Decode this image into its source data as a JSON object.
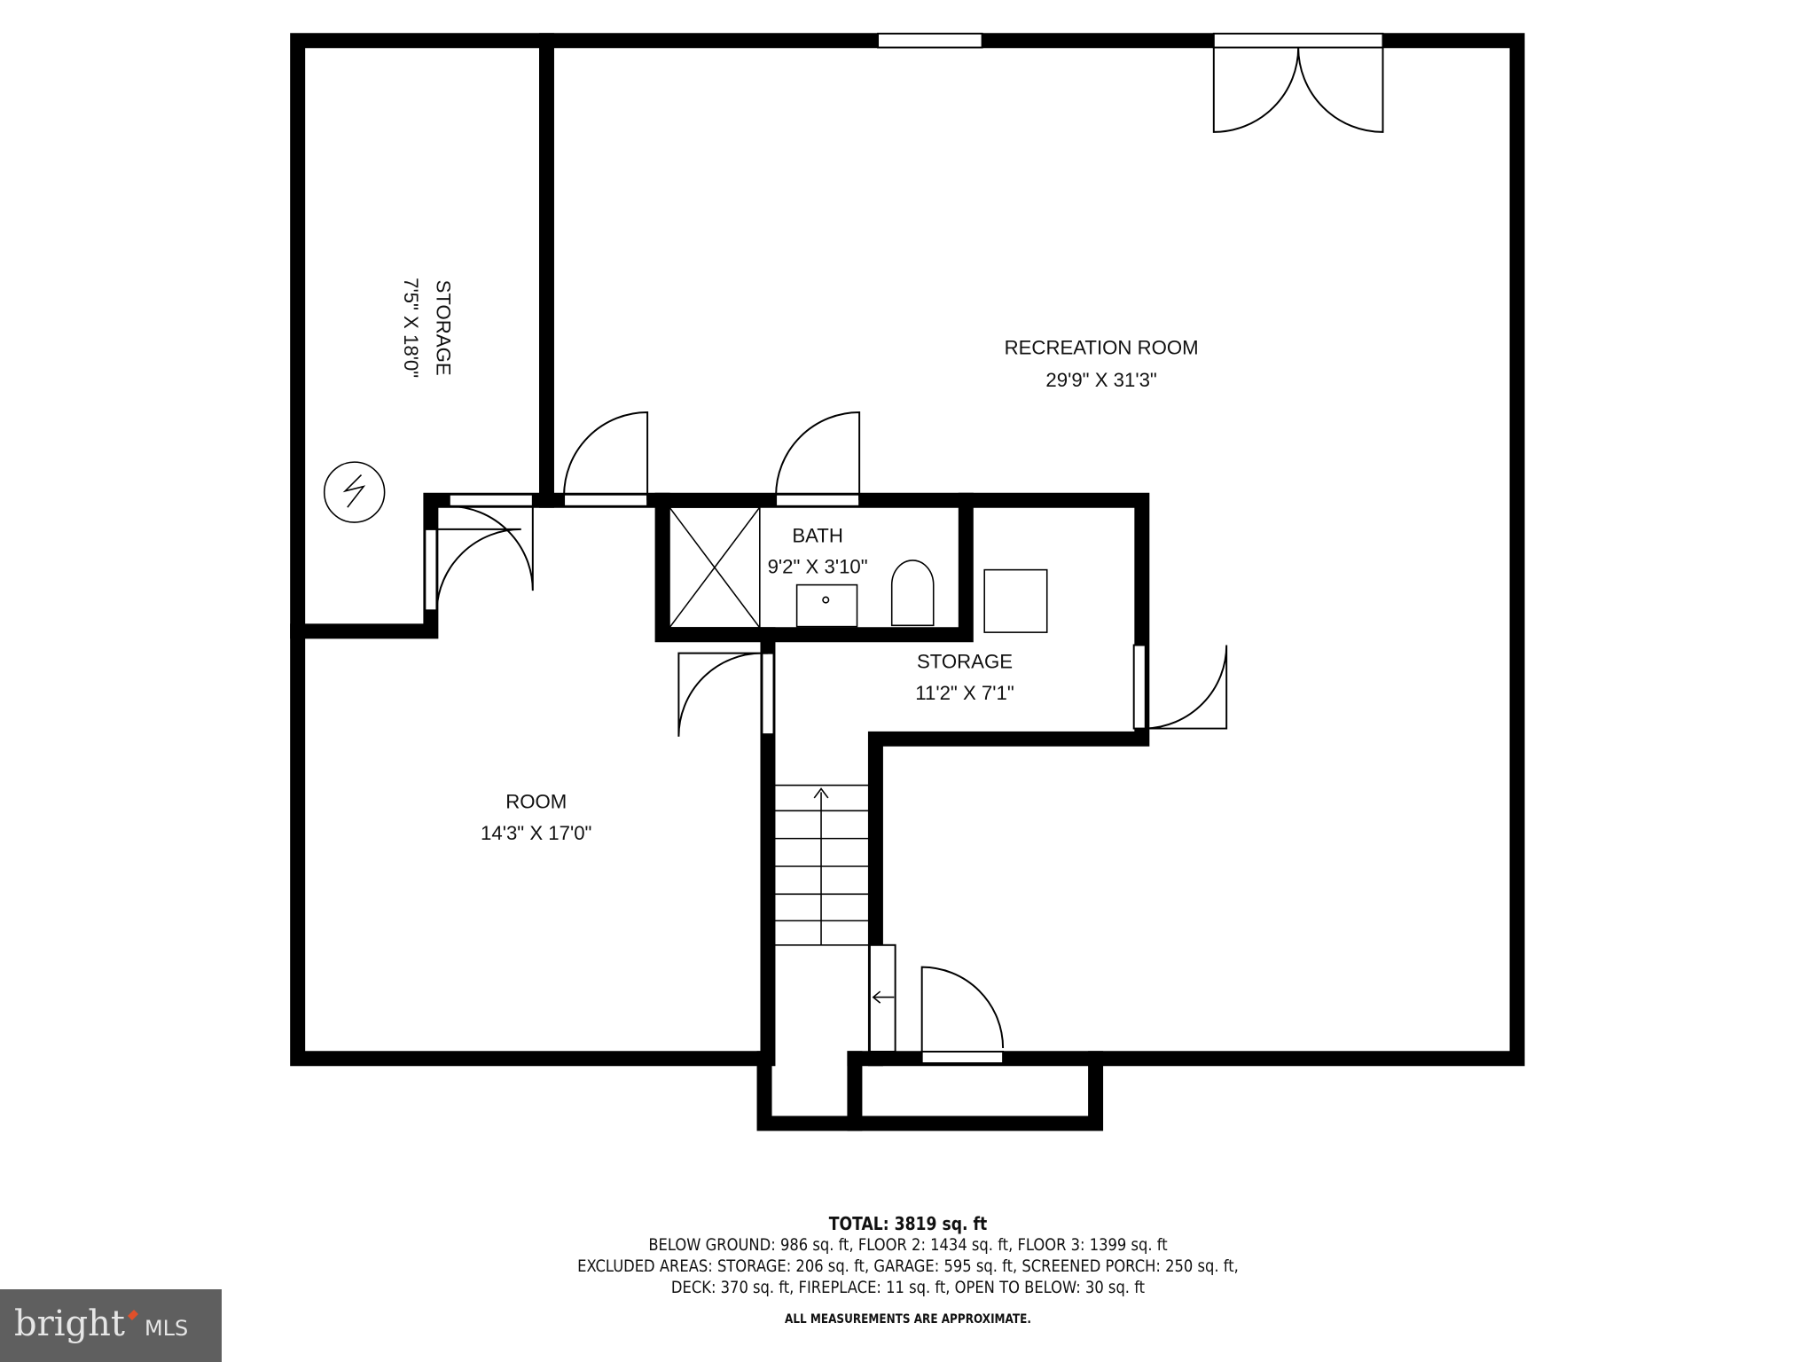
{
  "rooms": [
    {
      "name": "RECREATION ROOM",
      "dims": "29'9\" X 31'3\""
    },
    {
      "name": "STORAGE",
      "dims": "7'5\" X 18'0\""
    },
    {
      "name": "BATH",
      "dims": "9'2\" X 3'10\""
    },
    {
      "name": "STORAGE",
      "dims": "11'2\" X 7'1\""
    },
    {
      "name": "ROOM",
      "dims": "14'3\" X 17'0\""
    }
  ],
  "summary": {
    "total": "TOTAL: 3819 sq. ft",
    "line1": "BELOW GROUND: 986 sq. ft, FLOOR 2: 1434 sq. ft, FLOOR 3: 1399 sq. ft",
    "line2": "EXCLUDED AREAS: STORAGE: 206 sq. ft, GARAGE: 595 sq. ft, SCREENED PORCH: 250 sq. ft,",
    "line3": "DECK: 370 sq. ft, FIREPLACE: 11 sq. ft, OPEN TO BELOW: 30 sq. ft",
    "note": "ALL MEASUREMENTS ARE APPROXIMATE."
  },
  "logo": {
    "brand": "bright",
    "suffix": "MLS",
    "accent": "#e0502a"
  },
  "colors": {
    "wall": "#000000",
    "background": "#ffffff"
  }
}
